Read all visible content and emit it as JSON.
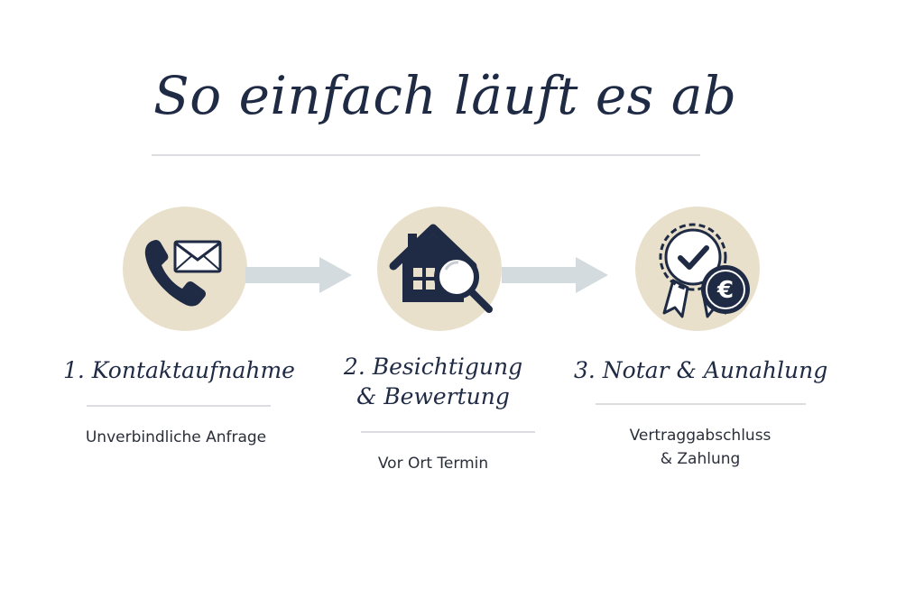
{
  "title": "So einfach läuft es ab",
  "steps": [
    {
      "title_line1": "1. Kontaktaufnahme",
      "title_line2": "",
      "subtitle_line1": "Unverbindliche Anfrage",
      "subtitle_line2": "",
      "icon": "phone-envelope-icon"
    },
    {
      "title_line1": "2. Besichtigung",
      "title_line2": "& Bewertung",
      "subtitle_line1": "Vor Ort Termin",
      "subtitle_line2": "",
      "icon": "house-magnifier-icon"
    },
    {
      "title_line1": "3. Notar & Aunahlung",
      "title_line2": "",
      "subtitle_line1": "Vertraggabschluss",
      "subtitle_line2": "& Zahlung",
      "icon": "certificate-euro-icon"
    }
  ],
  "currency_symbol": "€",
  "colors": {
    "navy": "#1f2a44",
    "circle": "#e9e0cc",
    "arrow": "#d3dbdf",
    "rule": "#dcdde0"
  }
}
